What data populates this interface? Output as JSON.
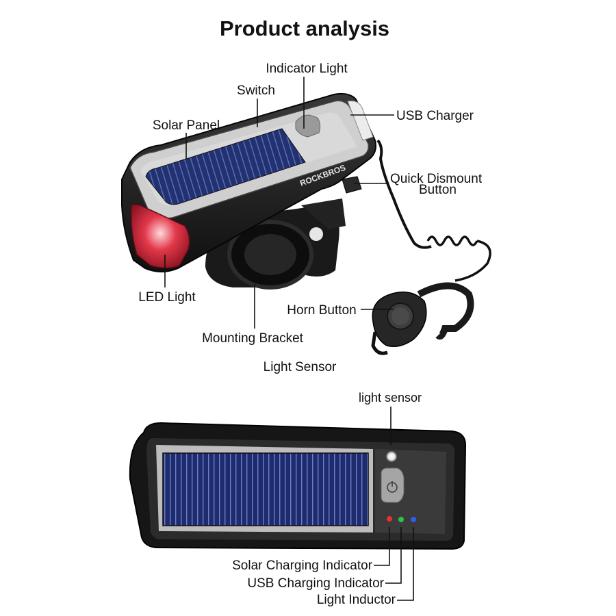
{
  "title": "Product analysis",
  "top_labels": {
    "indicator_light": "Indicator Light",
    "switch": "Switch",
    "solar_panel": "Solar Panel",
    "usb_charger": "USB Charger",
    "quick_dismount_line1": "Quick Dismount",
    "quick_dismount_line2": "Button",
    "led_light": "LED Light",
    "horn_button": "Horn Button",
    "mounting_bracket": "Mounting Bracket"
  },
  "section_caption": "Light Sensor",
  "bottom_labels": {
    "light_sensor": "light sensor",
    "solar_charging_indicator": "Solar Charging Indicator",
    "usb_charging_indicator": "USB Charging Indicator",
    "light_inductor": "Light Inductor"
  },
  "brand_text": "ROCKBROS",
  "colors": {
    "indicator_red": "#e8322f",
    "indicator_green": "#2fbf4a",
    "indicator_blue": "#2f5fe8",
    "solar_blue": "#1f2f78",
    "led_red": "#d8283a"
  }
}
